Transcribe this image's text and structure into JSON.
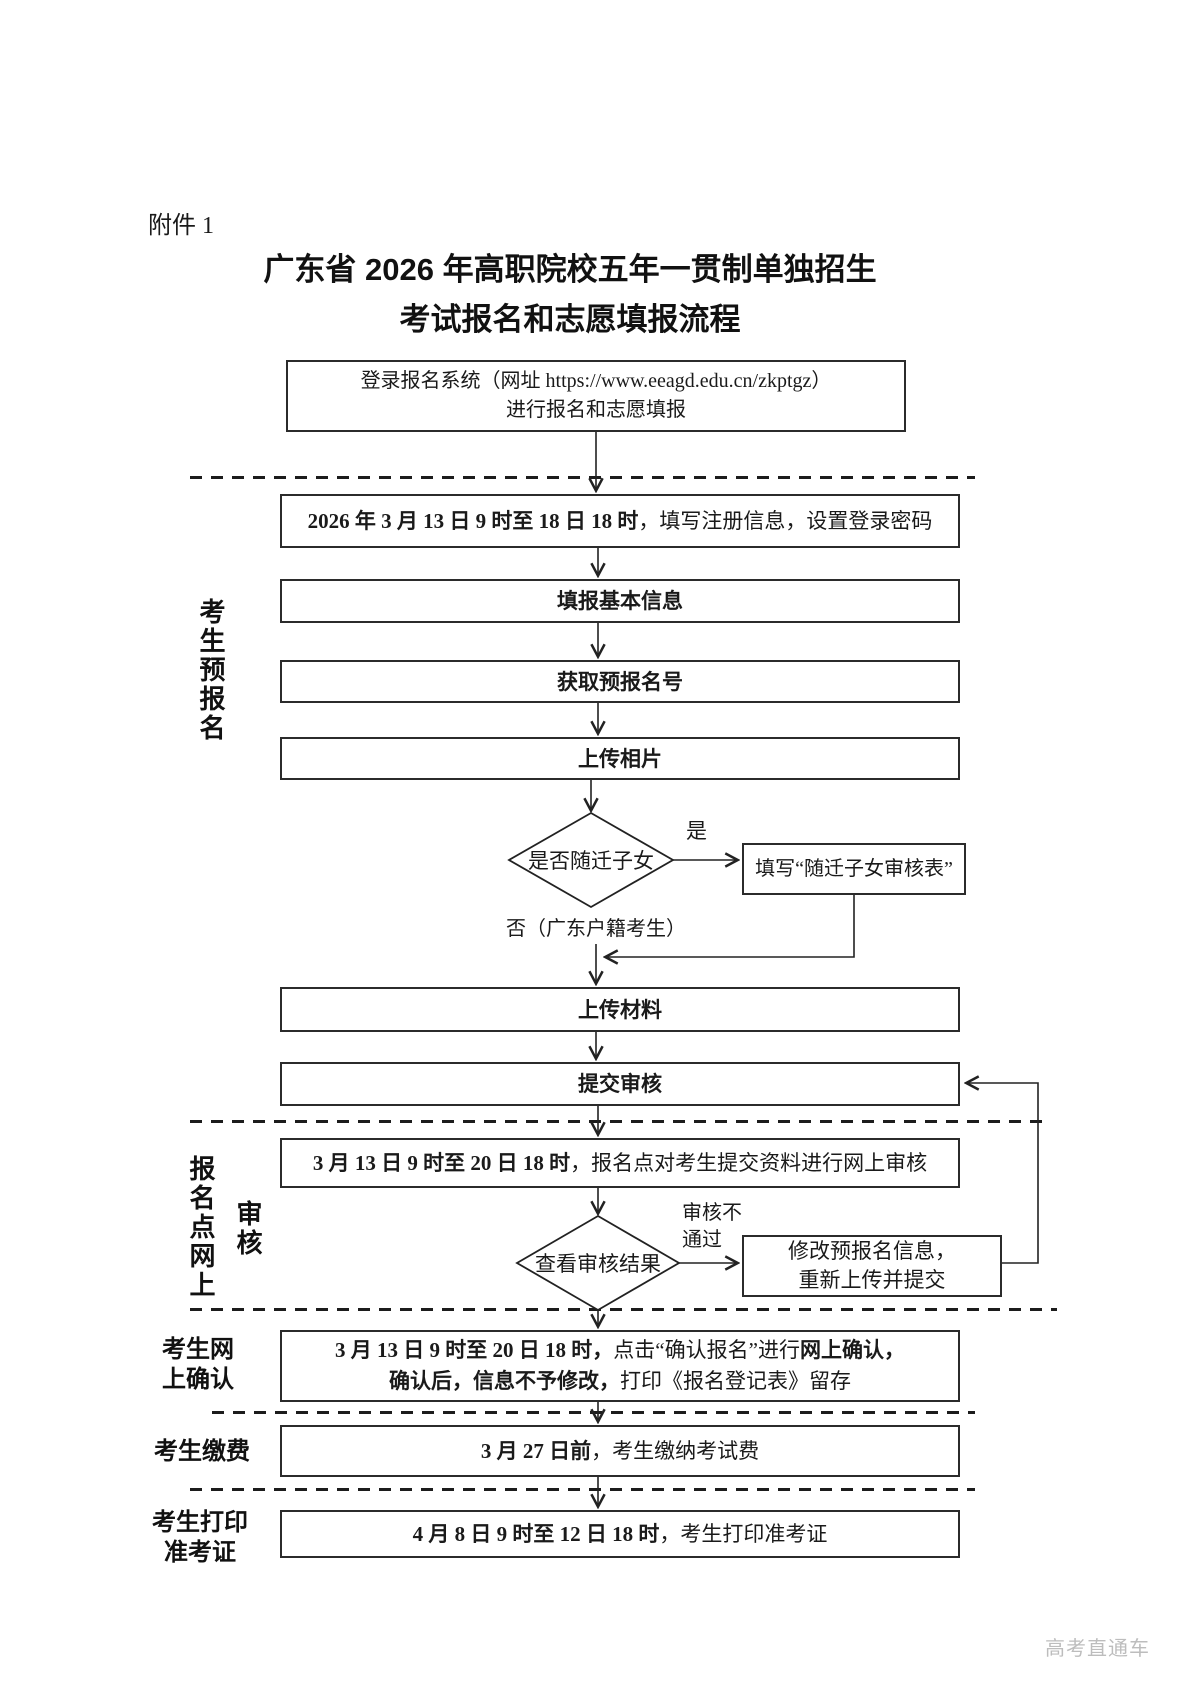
{
  "page": {
    "attachment_label": "附件 1",
    "title_line1": "广东省 2026 年高职院校五年一贯制单独招生",
    "title_line2": "考试报名和志愿填报流程",
    "watermark": "高考直通车"
  },
  "stage_labels": {
    "pre_register_vertical": "考生预报名",
    "site_review_vertical_1": "报名点网上",
    "site_review_vertical_2": "审核",
    "confirm_line1": "考生网",
    "confirm_line2": "上确认",
    "pay": "考生缴费",
    "print_line1": "考生打印",
    "print_line2": "准考证"
  },
  "flow": {
    "login": {
      "line1": "登录报名系统（网址 https://www.eeagd.edu.cn/zkptgz）",
      "line2": "进行报名和志愿填报"
    },
    "register": {
      "bold": "2026 年 3 月 13 日 9 时至 18 日 18 时",
      "rest": "，填写注册信息，设置登录密码"
    },
    "basic_info": "填报基本信息",
    "pre_number": "获取预报名号",
    "upload_photo": "上传相片",
    "migrant_decision": "是否随迁子女",
    "yes_label": "是",
    "no_label": "否（广东户籍考生）",
    "migrant_form": "填写“随迁子女审核表”",
    "upload_materials": "上传材料",
    "submit_review": "提交审核",
    "site_review": {
      "bold": "3 月 13 日 9 时至 20 日 18 时",
      "rest": "，报名点对考生提交资料进行网上审核"
    },
    "check_result": "查看审核结果",
    "review_fail_line1": "审核不",
    "review_fail_line2": "通过",
    "modify": {
      "line1": "修改预报名信息，",
      "line2": "重新上传并提交"
    },
    "confirm": {
      "l1_bold": "3 月 13 日 9 时至 20 日 18 时，",
      "l1_regular": "点击“确认报名”进行",
      "l1_bold2": "网上确认，",
      "l2_bold": "确认后，信息不予修改，",
      "l2_regular": "打印《报名登记表》留存"
    },
    "pay": {
      "bold": "3 月 27 日前",
      "rest": "，考生缴纳考试费"
    },
    "print": {
      "bold": "4 月 8 日 9 时至 12 日 18 时",
      "rest": "，考生打印准考证"
    }
  }
}
